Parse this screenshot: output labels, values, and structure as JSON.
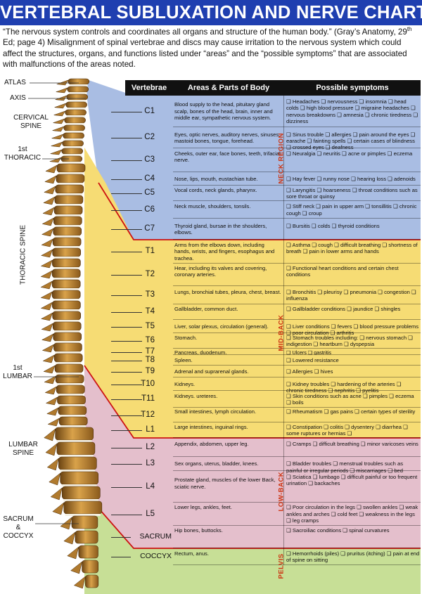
{
  "title": "VERTEBRAL SUBLUXATION AND NERVE CHART",
  "intro": {
    "part1": "“The nervous system controls and coordinates all organs and structure of the human body.” (Gray’s Anatomy, 29",
    "sup": "th",
    "part2": " Ed; page 4) Misalignment of spinal vertebrae and discs may cause irritation to the nervous system which could affect the structures, organs, and functions listed under “areas” and the “possible symptoms” that are associated with malfunctions of the areas noted."
  },
  "side_labels": {
    "atlas": "ATLAS",
    "axis": "AXIS",
    "cervical": "CERVICAL SPINE",
    "first_thoracic": "1st THORACIC",
    "thoracic": "THORACIC SPINE",
    "first_lumbar": "1st LUMBAR",
    "lumbar": "LUMBAR SPINE",
    "sacrum_coccyx": "SACRUM & COCCYX"
  },
  "headers": {
    "vertebrae": "Vertebrae",
    "areas": "Areas & Parts of Body",
    "symptoms": "Possible symptoms"
  },
  "regions": {
    "neck": "NECK REGION",
    "mid": "MID-BACK",
    "low": "LOW-BACK",
    "pelvis": "PELVIS"
  },
  "colors": {
    "neck": "#a9bde3",
    "mid": "#f6dc74",
    "low": "#e4bfcc",
    "pelvis": "#c7df96",
    "title_bg": "#1f3fb0",
    "divider": "#cc1111"
  },
  "rows": [
    {
      "v": "C1",
      "region": "neck",
      "areas": "Blood supply to the head, pituitary gland scalp, bones of the head, brain, inner and middle ear, sympathetic nervous system.",
      "symptoms": "❑ Headaches ❑ nervousness ❑ insomnia ❑ head colds ❑ high blood pressure ❑ migraine headaches ❑ nervous breakdowns ❑ amnesia ❑ chronic tiredness ❑ dizziness"
    },
    {
      "v": "C2",
      "region": "neck",
      "areas": "Eyes, optic nerves, auditory nerves, sinuses, mastoid bones, tongue, forehead.",
      "symptoms": "❑ Sinus trouble ❑ allergies ❑ pain around the eyes ❑ earache ❑ fainting spells ❑ certain cases of blindness ❑ crossed eyes ❑ deafness"
    },
    {
      "v": "C3",
      "region": "neck",
      "areas": "Cheeks, outer ear, face bones, teeth, trifacial nerve.",
      "symptoms": "❑ Neuralgia ❑ neuritis ❑ acne or pimples ❑ eczema"
    },
    {
      "v": "C4",
      "region": "neck",
      "areas": "Nose, lips, mouth, eustachian tube.",
      "symptoms": "❑ Hay fever ❑ runny nose ❑ hearing loss ❑ adenoids"
    },
    {
      "v": "C5",
      "region": "neck",
      "areas": "Vocal cords, neck glands, pharynx.",
      "symptoms": "❑ Laryngitis ❑ hoarseness ❑ throat conditions such as sore throat or quinsy"
    },
    {
      "v": "C6",
      "region": "neck",
      "areas": "Neck muscle, shoulders, tonsils.",
      "symptoms": "❑ Stiff neck ❑ pain in upper arm ❑ tonsillitis ❑ chronic cough ❑ croup"
    },
    {
      "v": "C7",
      "region": "neck",
      "areas": "Thyroid gland, bursae in the shoulders, elbows.",
      "symptoms": "❑ Bursitis ❑ colds ❑ thyroid conditions"
    },
    {
      "v": "T1",
      "region": "mid",
      "areas": "Arms from the elbows down, including hands, wrists, and fingers, esophagus and trachea.",
      "symptoms": "❑ Asthma ❑ cough ❑ difficult breathing ❑ shortness of breath ❑ pain in lower arms and hands"
    },
    {
      "v": "T2",
      "region": "mid",
      "areas": "Hear, including its valves and covering, coronary arteries.",
      "symptoms": "❑ Functional heart conditions and certain chest conditions"
    },
    {
      "v": "T3",
      "region": "mid",
      "areas": "Lungs, bronchial tubes, pleura, chest, breast.",
      "symptoms": "❑ Bronchitis ❑ pleurisy ❑ pneumonia ❑ congestion ❑ influenza"
    },
    {
      "v": "T4",
      "region": "mid",
      "areas": "Gallbladder, common duct.",
      "symptoms": "❑ Gallbladder conditions ❑ jaundice ❑ shingles"
    },
    {
      "v": "T5",
      "region": "mid",
      "areas": "Liver, solar plexus, circulation (general).",
      "symptoms": "❑ Liver conditions ❑ fevers ❑ blood pressure problems ❑ poor circulation ❑ arthritis"
    },
    {
      "v": "T6",
      "region": "mid",
      "areas": "Stomach.",
      "symptoms": "❑ Stomach troubles including: ❑ nervous stomach ❑ indigestion ❑ heartburn ❑ dyspepsia"
    },
    {
      "v": "T7",
      "region": "mid",
      "areas": "Pancreas, duodenum.",
      "symptoms": "❑ Ulcers ❑ gastritis"
    },
    {
      "v": "T8",
      "region": "mid",
      "areas": "Spleen.",
      "symptoms": "❑ Lowered resistance"
    },
    {
      "v": "T9",
      "region": "mid",
      "areas": "Adrenal and suprarenal glands.",
      "symptoms": "❑ Allergies ❑ hives"
    },
    {
      "v": "T10",
      "region": "mid",
      "areas": "Kidneys.",
      "symptoms": "❑ Kidney troubles ❑ hardening of the arteries ❑ chronic tiredness ❑ nephritis ❑ pyelitis"
    },
    {
      "v": "T11",
      "region": "mid",
      "areas": "Kidneys. ureteres.",
      "symptoms": "❑ Skin conditions such as acne ❑ pimples ❑ eczema ❑ boils"
    },
    {
      "v": "T12",
      "region": "mid",
      "areas": "Small intestines, lymph circulation.",
      "symptoms": "❑ Rheumatism ❑ gas pains ❑ certain types of sterility"
    },
    {
      "v": "L1",
      "region": "low",
      "areas": "Large intestines, inguinal rings.",
      "symptoms": "❑ Constipation ❑ colitis ❑ dysentery ❑ diarrhea ❑ some ruptures or hernias ❑"
    },
    {
      "v": "L2",
      "region": "low",
      "areas": "Appendix, abdomen, upper leg.",
      "symptoms": "❑ Cramps ❑ difficult breathing ❑ minor varicoses veins"
    },
    {
      "v": "L3",
      "region": "low",
      "areas": "Sex organs, uterus, bladder, knees.",
      "symptoms": "❑ Bladder troubles ❑ menstrual troubles such as painful or irregular periods ❑ miscarriages ❑ bed wetting ❑ impotency ❑ change of life symptoms ❑ many knee pains"
    },
    {
      "v": "L4",
      "region": "low",
      "areas": "Prostate gland, muscles of the lower Back, sciatic nerve.",
      "symptoms": "❑ Sciatica ❑ lumbago ❑ difficult painful or too frequent urination ❑ backaches"
    },
    {
      "v": "L5",
      "region": "low",
      "areas": "Lower legs, ankles, feet.",
      "symptoms": "❑ Poor circulation in the legs ❑ swollen ankles ❑ weak ankles and arches ❑ cold feet ❑ weakness in the legs ❑ leg cramps"
    },
    {
      "v": "SACRUM",
      "region": "pelvis",
      "areas": "Hip bones, buttocks.",
      "symptoms": "❑ Sacroiliac conditions ❑ spinal curvatures"
    },
    {
      "v": "COCCYX",
      "region": "pelvis",
      "areas": "Rectum, anus.",
      "symptoms": "❑ Hemorrhoids (piles) ❑ pruritus (itching) ❑ pain at end of spine on sitting"
    }
  ]
}
